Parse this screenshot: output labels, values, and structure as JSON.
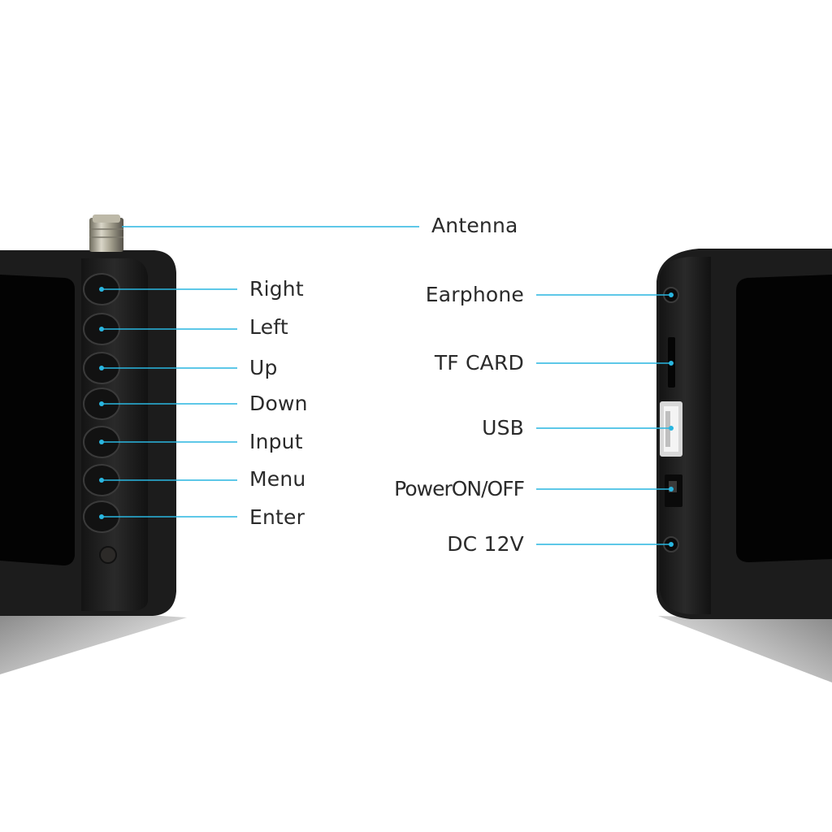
{
  "colors": {
    "leader_line": "#29b6e0",
    "device_body": "#1a1a1a",
    "screen": "#030303",
    "label_text": "#2b2b2b"
  },
  "left_device": {
    "antenna_label": "Antenna",
    "buttons": [
      {
        "label": "Right"
      },
      {
        "label": "Left"
      },
      {
        "label": "Up"
      },
      {
        "label": "Down"
      },
      {
        "label": "Input"
      },
      {
        "label": "Menu"
      },
      {
        "label": "Enter"
      }
    ]
  },
  "right_device": {
    "ports": [
      {
        "label": "Earphone"
      },
      {
        "label": "TF CARD"
      },
      {
        "label": "USB"
      },
      {
        "label": "PowerON/OFF"
      },
      {
        "label": "DC 12V"
      }
    ]
  }
}
